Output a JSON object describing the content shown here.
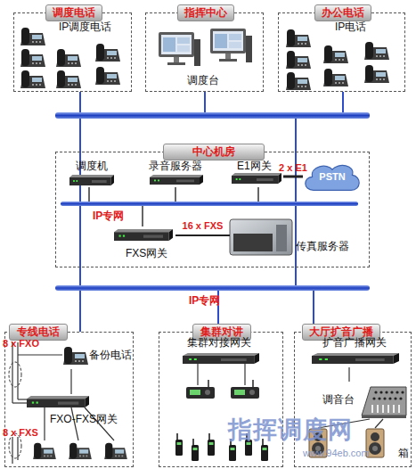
{
  "diagram": {
    "nodes": [
      {
        "text": [
          "调度电话"
        ]
      },
      {
        "text": [
          "IP调度电话"
        ],
        "in": 0
      },
      {
        "text": [
          "指挥中心"
        ]
      },
      {
        "text": [
          "调度台"
        ],
        "in": 2
      },
      {
        "text": [
          "办公电话"
        ]
      },
      {
        "text": [
          "IP电话"
        ],
        "in": 4
      },
      {
        "text": [
          "中心机房"
        ]
      },
      {
        "text": [
          "调度机"
        ],
        "in": 6
      },
      {
        "text": [
          "录音服务器"
        ],
        "in": 6
      },
      {
        "text": [
          "E1网关"
        ],
        "in": 6
      },
      {
        "text": [
          "PSTN"
        ],
        "in": 6
      },
      {
        "text": [
          "IP专网"
        ],
        "in": 6
      },
      {
        "text": [
          "FXS网关"
        ],
        "in": 6
      },
      {
        "text": [
          "传真服务器"
        ],
        "in": 6
      },
      {
        "text": [
          "IP专网"
        ]
      },
      {
        "text": [
          "专线电话"
        ]
      },
      {
        "text": [
          "备份电话"
        ],
        "in": 15
      },
      {
        "text": [
          "FXO-FXS网关"
        ],
        "in": 15
      },
      {
        "text": [
          "集群对讲"
        ]
      },
      {
        "text": [
          "集群对接网关"
        ],
        "in": 18
      },
      {
        "text": [
          "大厅扩音广播"
        ]
      },
      {
        "text": [
          "扩音广播网关"
        ],
        "in": 20
      },
      {
        "text": [
          "调音台"
        ],
        "in": 20
      }
    ],
    "edges": [
      {
        "from": 9,
        "to": 10,
        "arrow": "none",
        "label": "2 x E1"
      },
      {
        "from": 12,
        "to": 13,
        "arrow": "none",
        "label": "16 x FXS"
      },
      {
        "from": 7,
        "to": 11,
        "arrow": "none"
      },
      {
        "from": 8,
        "to": 11,
        "arrow": "none"
      },
      {
        "from": 9,
        "to": 11,
        "arrow": "none"
      },
      {
        "from": 12,
        "to": 11,
        "arrow": "none"
      },
      {
        "from": 11,
        "to": 14,
        "arrow": "none"
      },
      {
        "from": 14,
        "to": 15,
        "arrow": "none"
      },
      {
        "from": 14,
        "to": 18,
        "arrow": "none"
      },
      {
        "from": 14,
        "to": 20,
        "arrow": "none"
      },
      {
        "from": 16,
        "to": 17,
        "arrow": "none"
      },
      {
        "from": 21,
        "to": 22,
        "arrow": "none"
      }
    ],
    "labels": [
      "8 x FXO",
      "8 x FXS",
      "箱",
      "指挥调度网",
      "www.94eb.com"
    ]
  }
}
